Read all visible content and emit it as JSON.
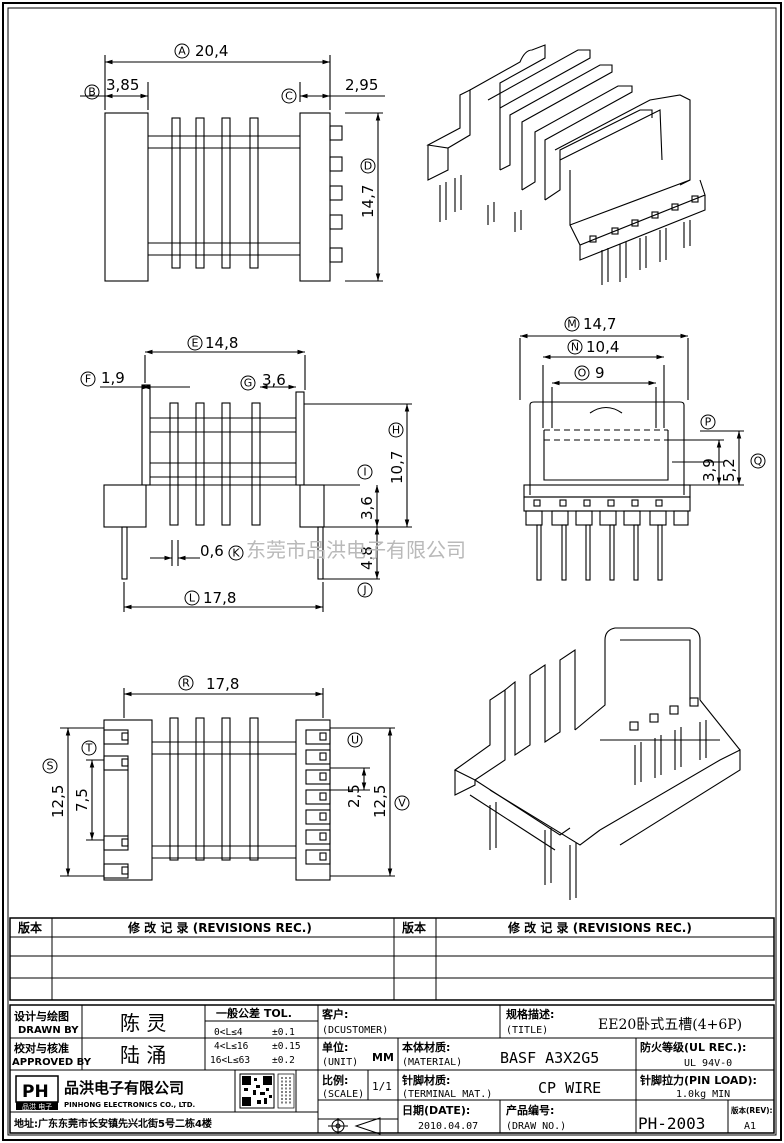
{
  "dimensions": {
    "A": {
      "letter": "A",
      "value": "20,4"
    },
    "B": {
      "letter": "B",
      "value": "3,85"
    },
    "C": {
      "letter": "C",
      "value": "2,95"
    },
    "D": {
      "letter": "D",
      "value": "14,7"
    },
    "E": {
      "letter": "E",
      "value": "14,8"
    },
    "F": {
      "letter": "F",
      "value": "1,9"
    },
    "G": {
      "letter": "G",
      "value": "3,6"
    },
    "H": {
      "letter": "H",
      "value": "10,7"
    },
    "I": {
      "letter": "I",
      "value": "3,6"
    },
    "J": {
      "letter": "J",
      "value": "4,8"
    },
    "K": {
      "letter": "K",
      "value": "0,6"
    },
    "L": {
      "letter": "L",
      "value": "17,8"
    },
    "M": {
      "letter": "M",
      "value": "14,7"
    },
    "N": {
      "letter": "N",
      "value": "10,4"
    },
    "O": {
      "letter": "O",
      "value": "9"
    },
    "P": {
      "letter": "P",
      "value": ""
    },
    "Q": {
      "letter": "Q",
      "value": ""
    },
    "P_val": "3,9",
    "Q_val": "5,2",
    "R": {
      "letter": "R",
      "value": "17,8"
    },
    "S": {
      "letter": "S",
      "value": "12,5"
    },
    "T": {
      "letter": "T",
      "value": "7,5"
    },
    "U": {
      "letter": "U",
      "value": "2,5"
    },
    "V": {
      "letter": "V",
      "value": "12,5"
    }
  },
  "watermark": "东莞市品洪电子有限公司",
  "revisions": {
    "col_ver": "版本",
    "col_rec": "修 改 记 录 (REVISIONS REC.)"
  },
  "title_block": {
    "drawn_by_label_cn": "设计与绘图",
    "drawn_by_label_en": "DRAWN BY",
    "drawn_by": "陈 灵",
    "approved_label_cn": "校对与核准",
    "approved_label_en": "APPROVED BY",
    "approved_by": "陆 涌",
    "tol_title": "一般公差 TOL.",
    "tol_rows": [
      {
        "range": "0<L≤4",
        "tol": "±0.1"
      },
      {
        "range": "4<L≤16",
        "tol": "±0.15"
      },
      {
        "range": "16<L≤63",
        "tol": "±0.2"
      }
    ],
    "customer_label": "客户:",
    "customer_en": "(DCUSTOMER)",
    "title_label": "规格描述:",
    "title_en": "(TITLE)",
    "title_value": "EE20卧式五槽(4+6P)",
    "unit_label": "单位:",
    "unit_en": "(UNIT)",
    "unit_value": "MM",
    "material_label": "本体材质:",
    "material_en": "(MATERIAL)",
    "material_value": "BASF A3X2G5",
    "ul_label": "防火等级(UL REC.):",
    "ul_value": "UL 94V-0",
    "scale_label": "比例:",
    "scale_en": "(SCALE)",
    "scale_value": "1/1",
    "terminal_label": "针脚材质:",
    "terminal_en": "(TERMINAL MAT.)",
    "terminal_value": "CP WIRE",
    "pinload_label": "针脚拉力(PIN LOAD):",
    "pinload_value": "1.0kg MIN",
    "date_label": "日期(DATE):",
    "date_value": "2010.04.07",
    "drawno_label": "产品编号:",
    "drawno_en": "(DRAW NO.)",
    "drawno_value": "PH-2003",
    "rev_label": "版本(REV):",
    "rev_value": "A1",
    "company_cn": "品洪电子有限公司",
    "company_en": "PINHONG ELECTRONICS CO., LTD.",
    "address": "地址:广东东莞市长安镇先兴北街5号二栋4楼",
    "logo_letters": "PH",
    "logo_sub": "品洪 电子"
  },
  "colors": {
    "line": "#000000",
    "watermark": "#b9b9b9"
  }
}
